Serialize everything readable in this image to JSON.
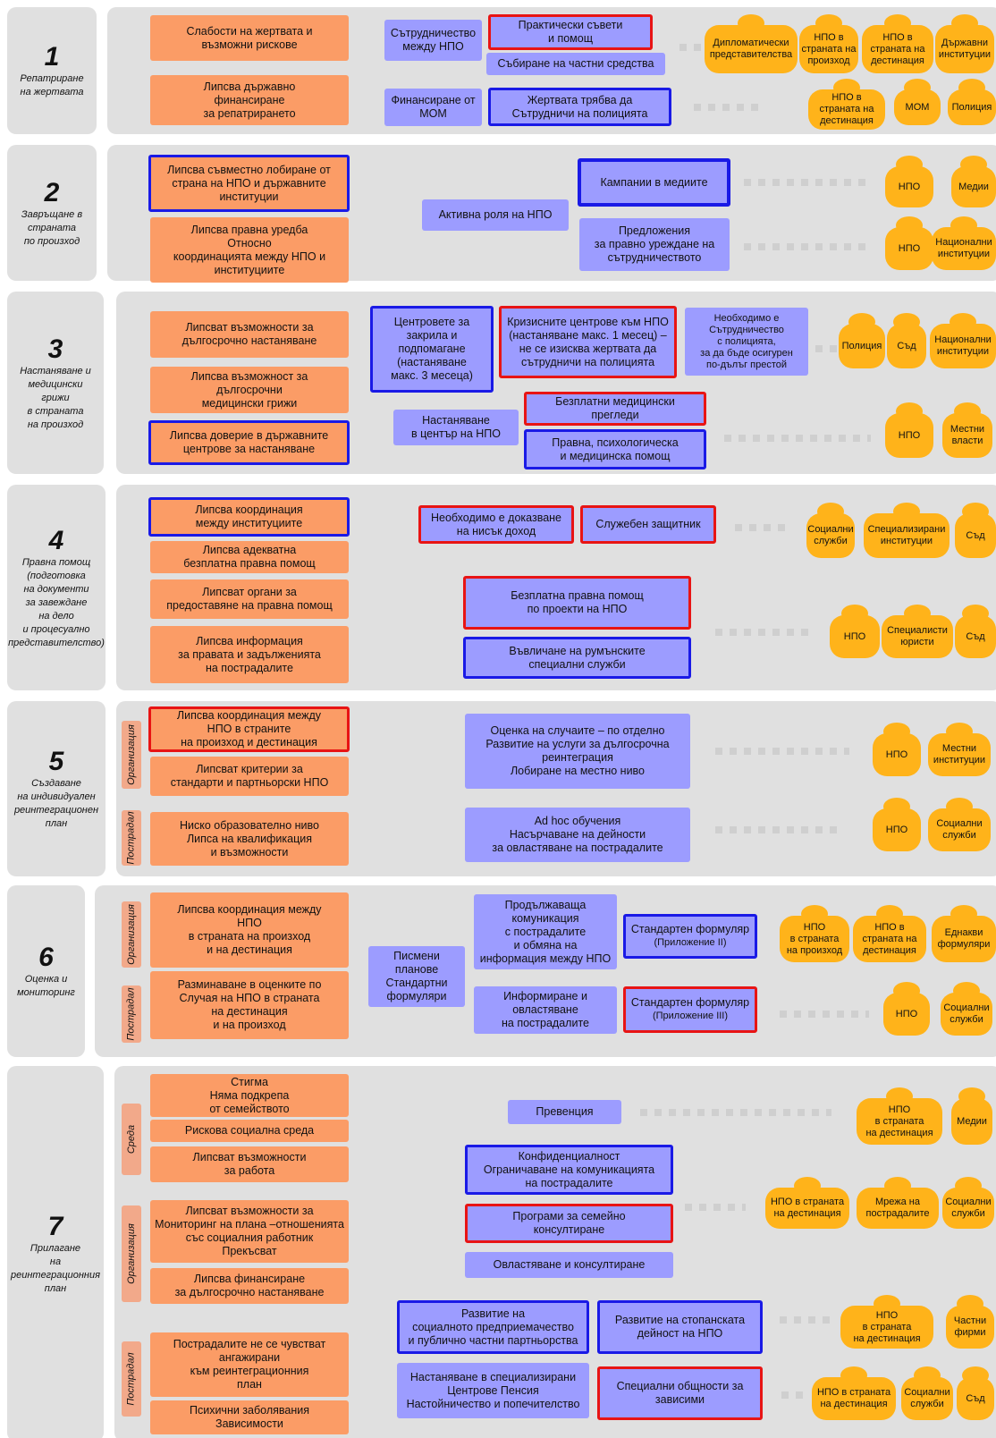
{
  "stages": [
    {
      "num": "1",
      "title": "Репатриране\nна жертвата"
    },
    {
      "num": "2",
      "title": "Завръщане в\nстраната\nпо произход"
    },
    {
      "num": "3",
      "title": "Настаняване и\nмедицински\nгрижи\nв страната\nна произход"
    },
    {
      "num": "4",
      "title": "Правна помощ\n(подготовка\nна документи\nза завеждане\nна дело\nи процесуално\nпредставителство)"
    },
    {
      "num": "5",
      "title": "Създаване\nна индивидуален\nреинтеграционен\nплан"
    },
    {
      "num": "6",
      "title": "Оценка и\nмониторинг"
    },
    {
      "num": "7",
      "title": "Прилагане\nна\nреинтеграционния\nплан"
    }
  ],
  "tabs": {
    "org": "Организация",
    "victim": "Пострадал",
    "env": "Среда"
  },
  "problems": {
    "s1": [
      "Слабости на жертвата и\nвъзможни рискове",
      "Липсва държавно\nфинансиране\nза репатрирането"
    ],
    "s2": [
      "Липсва съвместно лобиране от\nстрана на НПО и държавните\nинституции",
      "Липсва правна уредба\nОтносно\nкоординацията между НПО и\nинституциите"
    ],
    "s3": [
      "Липсват възможности за\nдългосрочно настаняване",
      "Липсва възможност за\nдългосрочни\nмедицински грижи",
      "Липсва доверие в държавните\nцентрове за настаняване"
    ],
    "s4": [
      "Липсва координация\nмежду институциите",
      "Липсва адекватна\nбезплатна правна помощ",
      "Липсват органи за\nпредоставяне на правна помощ",
      "Липсва информация\nза правата и задълженията\nна пострадалите"
    ],
    "s5": [
      "Липсва координация между\nНПО в страните\nна произход и дестинация",
      "Липсват критерии за\nстандарти и партньорски НПО",
      "Ниско образователно ниво\nЛипса на квалификация\nи възможности"
    ],
    "s6": [
      "Липсва координация между\nНПО\nв страната на произход\nи на дестинация",
      "Разминаване в оценките по\nСлучая на НПО в страната\nна дестинация\nи на произход"
    ],
    "s7": [
      "Стигма\nНяма подкрепа\nот семейството",
      "Рискова социална среда",
      "Липсват възможности\nза работа",
      "Липсват възможности за\nМониторинг на плана –отношенията\nсъс социалния работник\nПрекъсват",
      "Липсва финансиране\nза дългосрочно настаняване",
      "Пострадалите не се чувстват\nангажирани\nкъм реинтеграционния\nплан",
      "Психични заболявания\nЗависимости"
    ]
  },
  "measures": {
    "s1": [
      "Сътрудничество\nмежду НПО",
      "Практически съвети\nи помощ",
      "Събиране на частни средства",
      "Финансиране от\nМОМ",
      "Жертвата трябва да\nСътрудничи на полицията"
    ],
    "s2": [
      "Кампании в медиите",
      "Активна роля на НПО",
      "Предложения\nза правно уреждане на\nсътрудничеството"
    ],
    "s3": [
      "Центровете за\nзакрила и\nподпомагане\n(настаняване\nмакс. 3 месеца)",
      "Кризисните центрове към НПО\n(настаняване макс. 1 месец) –\nне се изисква жертвата да\nсътрудничи на полицията",
      "Необходимо е\nСътрудничество\nс полицията,\nза да бъде осигурен\nпо-дълъг престой",
      "Настаняване\nв център на НПО",
      "Безплатни медицински\nпрегледи",
      "Правна, психологическа\nи медицинска помощ"
    ],
    "s4": [
      "Необходимо е доказване\nна нисък доход",
      "Служебен защитник",
      "Безплатна правна помощ\nпо проекти на НПО",
      "Въвличане на румънските\nспециални служби"
    ],
    "s5": [
      "Оценка на случаите – по отделно\nРазвитие на услуги за дългосрочна\nреинтеграция\nЛобиране на местно ниво",
      "Ad hoc обучения\nНасърчаване на дейности\nза овластяване на пострадалите"
    ],
    "s6": [
      "Продължаваща\nкомуникация\nс пострадалите\nи обмяна на\nинформация между НПО",
      "Стандартен формуляр",
      "(Приложение II)",
      "Писмени\nпланове\nСтандартни\nформуляри",
      "Информиране и\nовластяване\nна пострадалите",
      "Стандартен формуляр",
      "(Приложение III)"
    ],
    "s7": [
      "Превенция",
      "Конфиденциалност\nОграничаване на комуникацията\nна пострадалите",
      "Програми за семейно\nконсултиране",
      "Овластяване и консултиране",
      "Развитие на\nсоциалното предприемачество\nи публично частни партньорства",
      "Развитие на стопанската\nдейност на НПО",
      "Настаняване в специализирани\nЦентрове Пенсия\nНастойничество и попечителство",
      "Специални общности за\nзависими"
    ]
  },
  "actors": {
    "s1": [
      "Дипломатически\nпредставителства",
      "НПО в\nстраната на\nпроизход",
      "НПО в\nстраната на\nдестинация",
      "Държавни\nинституции",
      "НПО в\nстраната на\nдестинация",
      "МОМ",
      "Полиция"
    ],
    "s2": [
      "НПО",
      "Медии",
      "НПО",
      "Национални\nинституции"
    ],
    "s3": [
      "Полиция",
      "Съд",
      "Национални\nинституции",
      "НПО",
      "Местни\nвласти"
    ],
    "s4": [
      "Социални\nслужби",
      "Специализирани\nинституции",
      "Съд",
      "НПО",
      "Специалисти\nюристи",
      "Съд"
    ],
    "s5": [
      "НПО",
      "Местни\nинституции",
      "НПО",
      "Социални\nслужби"
    ],
    "s6": [
      "НПО\nв страната\nна произход",
      "НПО в\nстраната на\nдестинация",
      "Еднакви\nформуляри",
      "НПО",
      "Социални\nслужби"
    ],
    "s7": [
      "НПО\nв страната\nна дестинация",
      "Медии",
      "НПО в страната\nна дестинация",
      "Мрежа на\nпострадалите",
      "Социални\nслужби",
      "НПО\nв страната\nна дестинация",
      "Частни\nфирми",
      "НПО в страната\nна дестинация",
      "Социални\nслужби",
      "Съд"
    ]
  },
  "colors": {
    "problem": "#fb9c66",
    "measure": "#9c9cff",
    "actor": "#ffb31a",
    "panel": "#e0e0e0",
    "border_blue": "#1a1ae6",
    "border_red": "#e81414"
  }
}
